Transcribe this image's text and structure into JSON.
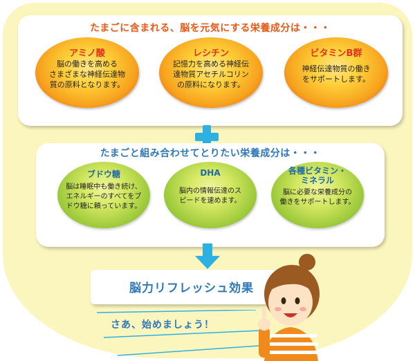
{
  "panel_top": {
    "title": "たまごに含まれる、脳を元気にする栄養成分は・・・",
    "items": [
      {
        "title": "アミノ酸",
        "lines": [
          "脳の働きを高める",
          "さまざまな神経伝達物",
          "質の原料となります。"
        ]
      },
      {
        "title": "レシチン",
        "lines": [
          "記憶力を高める神経伝",
          "達物質アセチルコリン",
          "の原料になります。"
        ]
      },
      {
        "title": "ビタミンB群",
        "lines": [
          "神経伝達物質の働き",
          "をサポートします。"
        ]
      }
    ]
  },
  "panel_bottom": {
    "title": "たまごと組み合わせてとりたい栄養成分は・・・",
    "items": [
      {
        "title": "ブドウ糖",
        "lines": [
          "脳は睡眠中も働き続け、",
          "エネルギーのすべてをブ",
          "ドウ糖に頼っています。"
        ]
      },
      {
        "title": "DHA",
        "lines": [
          "脳内の情報伝達のス",
          "ピードを速めます。"
        ]
      },
      {
        "title_lines": [
          "各種ビタミン・",
          "ミネラル"
        ],
        "lines": [
          "脳に必要な栄養成分の",
          "働きをサポートします。"
        ]
      }
    ]
  },
  "result": {
    "label": "脳力リフレッシュ効果"
  },
  "speech": {
    "text": "さあ、始めましょう！"
  },
  "colors": {
    "background": "#fbf6be",
    "orange_title": "#e55a16",
    "blue": "#2e78b7",
    "plus_arrow": "#2db1e3"
  },
  "icons": [
    "plus-icon",
    "down-arrow-icon",
    "girl-illustration"
  ]
}
